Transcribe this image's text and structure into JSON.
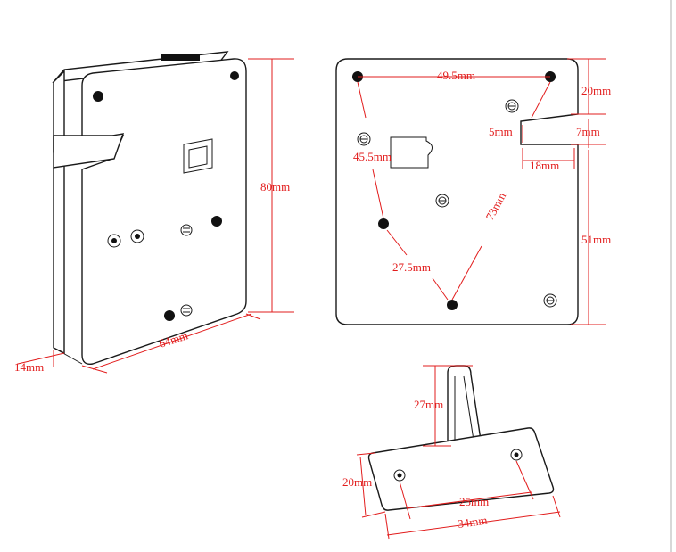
{
  "diagram": {
    "perspective_view": {
      "height_label": "80mm",
      "width_label": "64mm",
      "depth_label": "14mm"
    },
    "front_view": {
      "top_span_label": "49.5mm",
      "top_offset_label": "20mm",
      "slot_height_label": "7mm",
      "slot_inner_label": "5mm",
      "slot_depth_label": "18mm",
      "left_diag_label": "45.5mm",
      "diag_label": "73mm",
      "bottom_diag_label": "27.5mm",
      "right_height_label": "51mm"
    },
    "bracket_view": {
      "pin_height_label": "27mm",
      "plate_height_label": "20mm",
      "hole_span_label": "25mm",
      "plate_width_label": "34mm"
    }
  }
}
